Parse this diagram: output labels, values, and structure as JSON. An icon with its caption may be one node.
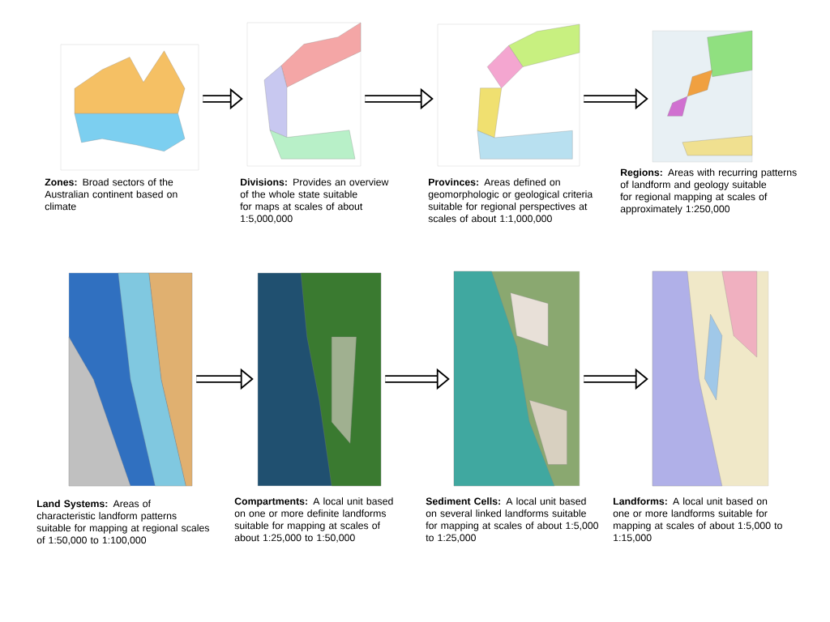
{
  "diagram": {
    "nodes": [
      {
        "text": [],
        "shape": "picture",
        "beside": [
          "**Zones:** Broad sectors of the Australian continent based on climate"
        ]
      },
      {
        "text": [],
        "shape": "picture",
        "beside": [
          "**Divisions:** Provides an overview of the whole state suitable for maps at scales of about 1:5,000,000"
        ]
      },
      {
        "text": [],
        "shape": "picture",
        "beside": [
          "**Provinces:** Areas defined on geomorphologic or geological criteria suitable for regional perspectives at scales of about 1:1,000,000"
        ]
      },
      {
        "text": [],
        "shape": "picture",
        "beside": [
          "**Regions:** Areas with recurring patterns of landform and geology suitable for regional mapping at scales of approximately 1:250,000"
        ]
      },
      {
        "text": [],
        "shape": "picture",
        "beside": [
          "**Land Systems:** Areas of characteristic landform patterns suitable for mapping at regional scales of 1:50,000 to 1:100,000"
        ]
      },
      {
        "text": [],
        "shape": "picture",
        "beside": [
          "**Compartments:** A local unit based on one or more definite landforms suitable for mapping at scales of about 1:25,000 to 1:50,000"
        ]
      },
      {
        "text": [],
        "shape": "picture",
        "beside": [
          "**Sediment Cells:** A local unit based on several linked landforms suitable for mapping at scales of about 1:5,000 to 1:25,000"
        ]
      },
      {
        "text": [],
        "shape": "picture",
        "beside": [
          "**Landforms:** A local unit based on one or more landforms suitable for mapping at scales of about 1:5,000 to 1:15,000"
        ]
      }
    ],
    "edges": [
      {
        "from": 0,
        "to": 1,
        "arrow": "to"
      },
      {
        "from": 1,
        "to": 2,
        "arrow": "to"
      },
      {
        "from": 2,
        "to": 3,
        "arrow": "to"
      },
      {
        "from": 4,
        "to": 5,
        "arrow": "to"
      },
      {
        "from": 5,
        "to": 6,
        "arrow": "to"
      },
      {
        "from": 6,
        "to": 7,
        "arrow": "to"
      }
    ]
  }
}
